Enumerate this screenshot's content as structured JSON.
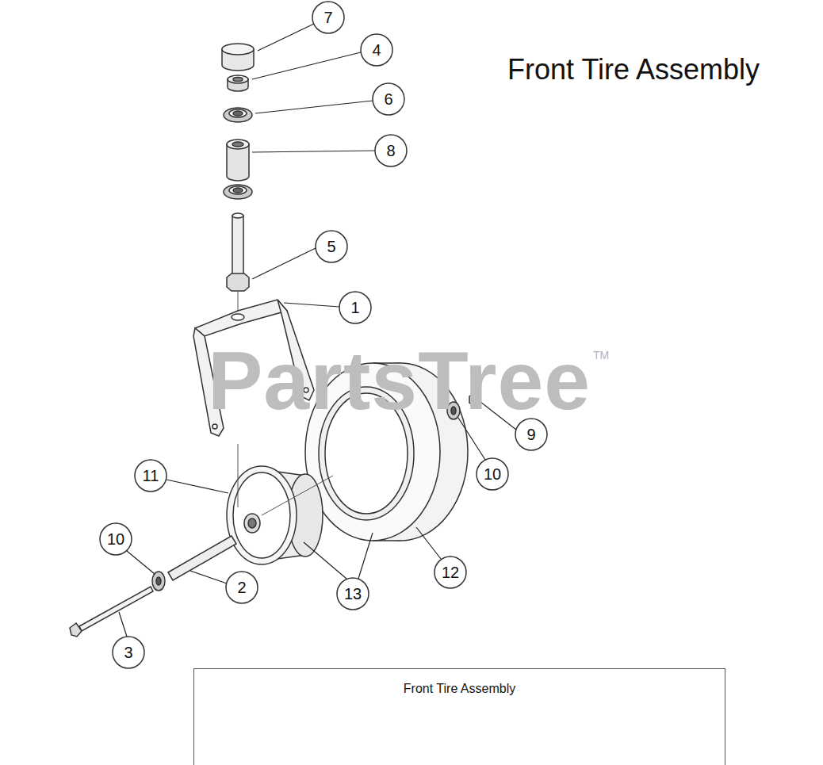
{
  "diagram": {
    "title": "Front Tire Assembly",
    "nodes": [
      {
        "text": [
          "Front Tire Assembly"
        ]
      }
    ],
    "labels": [
      "7",
      "4",
      "6",
      "8",
      "5",
      "1",
      "9",
      "10",
      "11",
      "10",
      "2",
      "12",
      "13",
      "3",
      "PartsTree",
      "TM"
    ]
  }
}
